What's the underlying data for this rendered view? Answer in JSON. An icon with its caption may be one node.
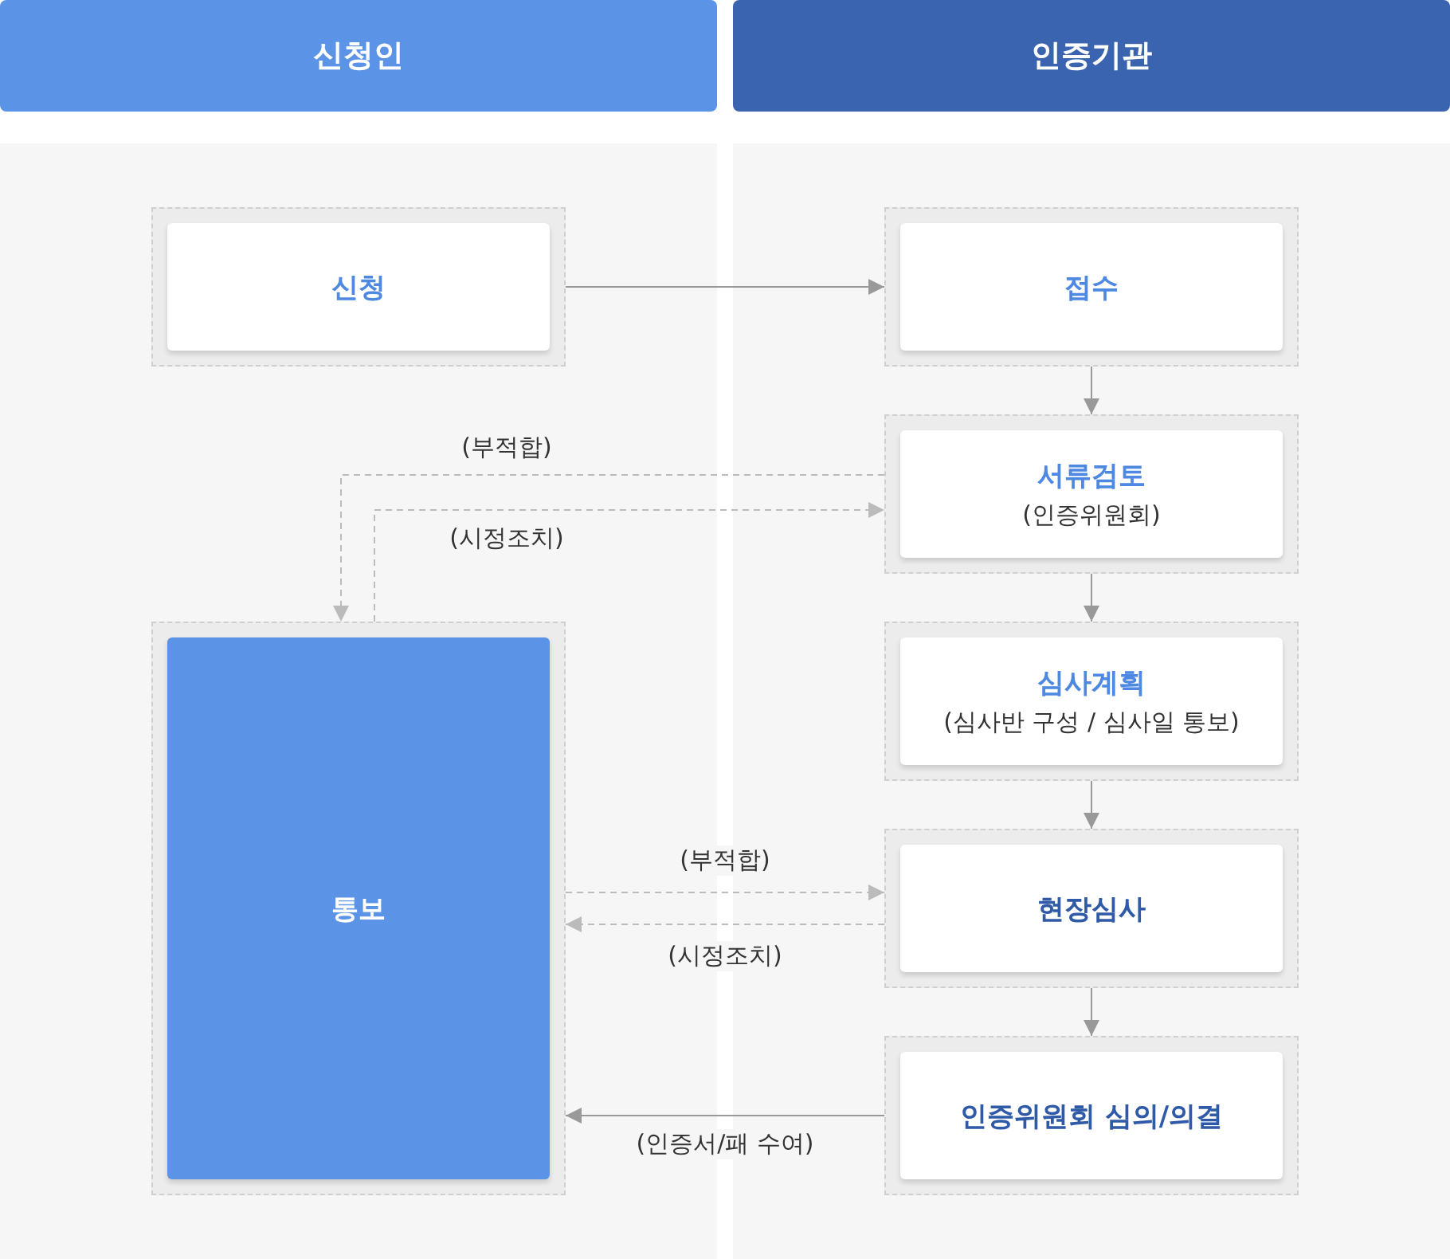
{
  "diagram": {
    "nodes": [
      {
        "text": [
          "신청인"
        ]
      },
      {
        "text": [
          "인증기관"
        ]
      },
      {
        "text": [
          "신청"
        ]
      },
      {
        "text": [
          "접수"
        ]
      },
      {
        "text": [
          "서류검토",
          "(인증위원회)"
        ]
      },
      {
        "text": [
          "심사계획",
          "(심사반 구성 / 심사일 통보)"
        ]
      },
      {
        "text": [
          "현장심사"
        ]
      },
      {
        "text": [
          "인증위원회 심의/의결"
        ]
      },
      {
        "text": [
          "통보"
        ]
      }
    ],
    "edges": [
      {
        "from": 2,
        "to": 3,
        "arrow": "to"
      },
      {
        "from": 3,
        "to": 4,
        "arrow": "to"
      },
      {
        "from": 4,
        "to": 8,
        "arrow": "to",
        "label": "(부적합)",
        "style": "dashed",
        "color": "#bbbbbb"
      },
      {
        "from": 8,
        "to": 4,
        "arrow": "to",
        "label": "(시정조치)",
        "style": "dashed",
        "color": "#bbbbbb"
      },
      {
        "from": 4,
        "to": 5,
        "arrow": "to"
      },
      {
        "from": 5,
        "to": 6,
        "arrow": "to"
      },
      {
        "from": 8,
        "to": 6,
        "arrow": "to",
        "label": "(부적합)",
        "style": "dashed",
        "color": "#bbbbbb"
      },
      {
        "from": 6,
        "to": 8,
        "arrow": "to",
        "label": "(시정조치)",
        "style": "dashed",
        "color": "#bbbbbb"
      },
      {
        "from": 6,
        "to": 7,
        "arrow": "to"
      },
      {
        "from": 7,
        "to": 8,
        "arrow": "to",
        "label": "(인증서/패 수여)"
      }
    ]
  }
}
